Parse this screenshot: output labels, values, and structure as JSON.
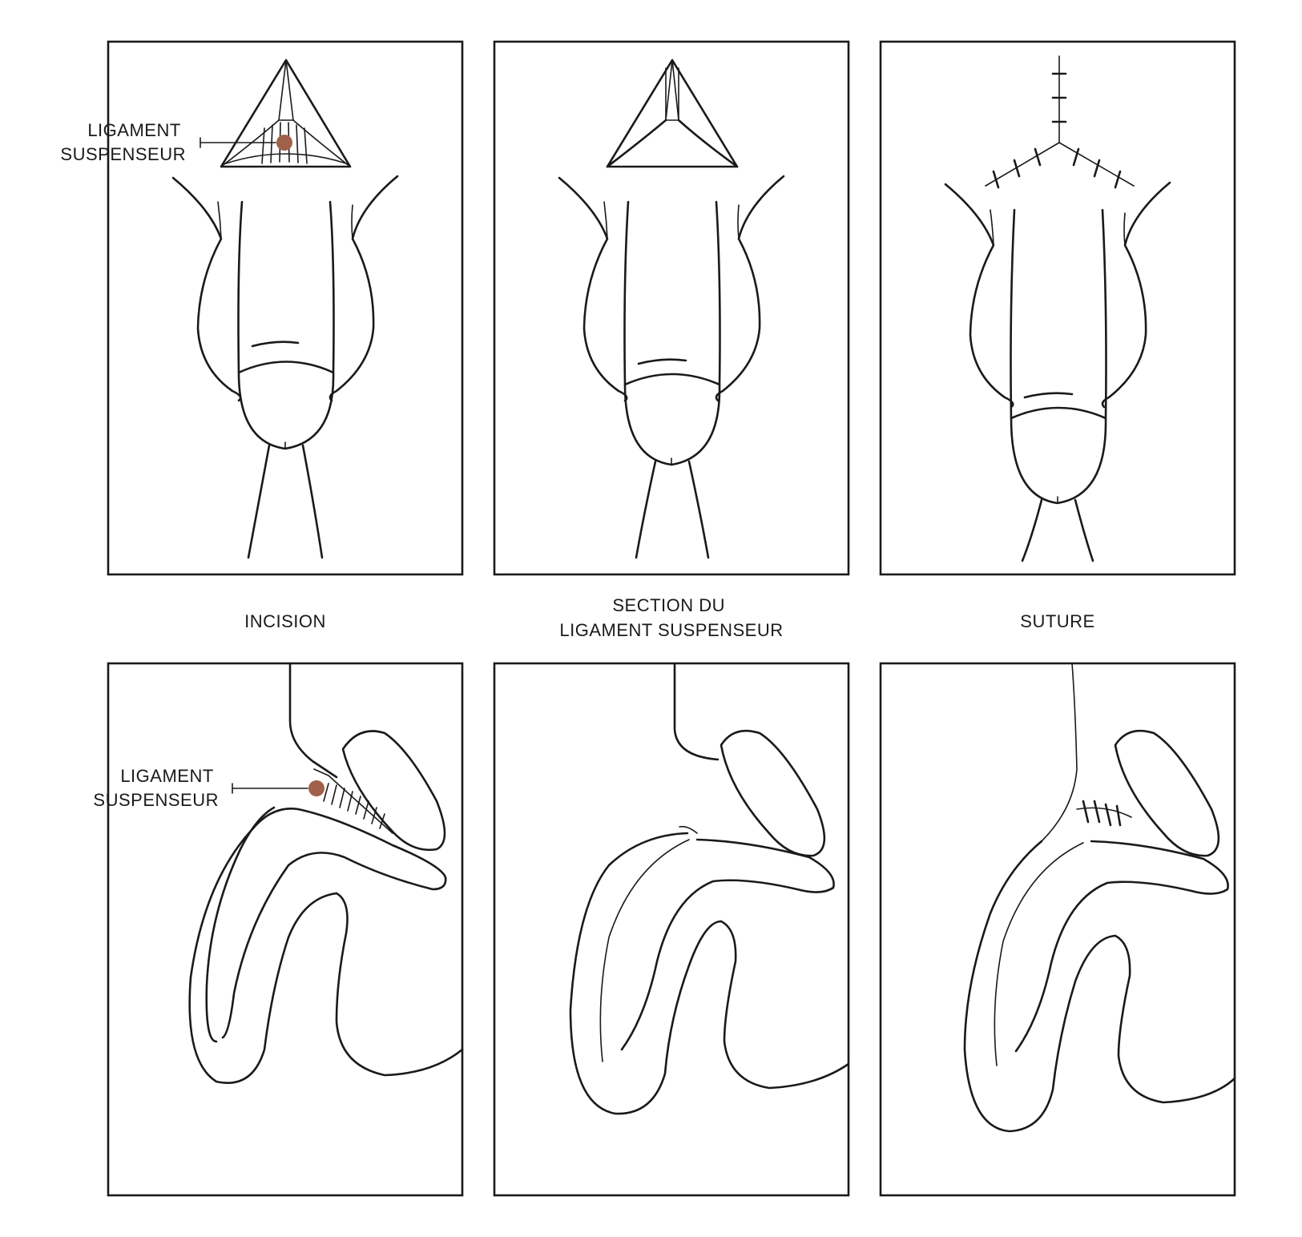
{
  "steps": [
    {
      "title_lines": [
        "INCISION"
      ]
    },
    {
      "title_lines": [
        "SECTION DU",
        "LIGAMENT SUSPENSEUR"
      ]
    },
    {
      "title_lines": [
        "SUTURE"
      ]
    }
  ],
  "callouts": {
    "top": {
      "lines": [
        "LIGAMENT",
        "SUSPENSEUR"
      ]
    },
    "bottom": {
      "lines": [
        "LIGAMENT",
        "SUSPENSEUR"
      ]
    }
  },
  "colors": {
    "line": "#1a1a1a",
    "ligament_marker": "#a0604a",
    "background": "#ffffff"
  }
}
